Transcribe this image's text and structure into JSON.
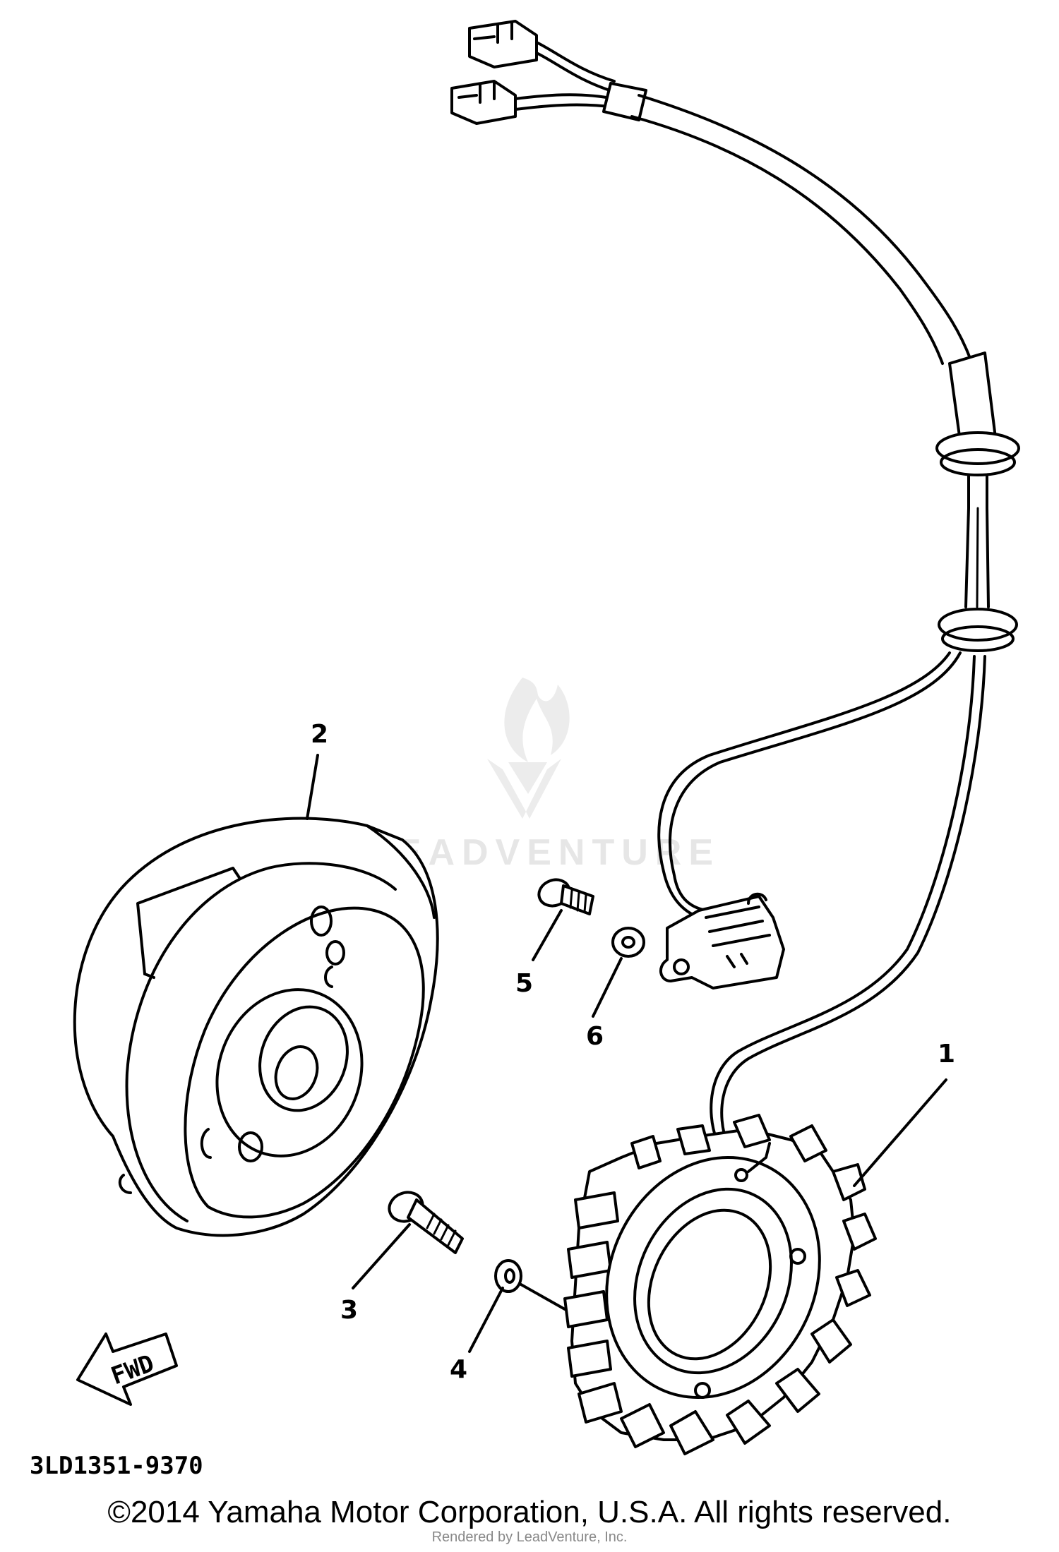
{
  "diagram": {
    "watermark": "LEADVENTURE",
    "part_code": "3LD1351-9370",
    "direction_label": "FWD",
    "callouts": {
      "c1": "1",
      "c2": "2",
      "c3": "3",
      "c4": "4",
      "c5": "5",
      "c6": "6"
    }
  },
  "footer": {
    "copyright": "©2014 Yamaha Motor Corporation, U.S.A. All rights reserved.",
    "rendered_by": "Rendered by LeadVenture, Inc."
  }
}
